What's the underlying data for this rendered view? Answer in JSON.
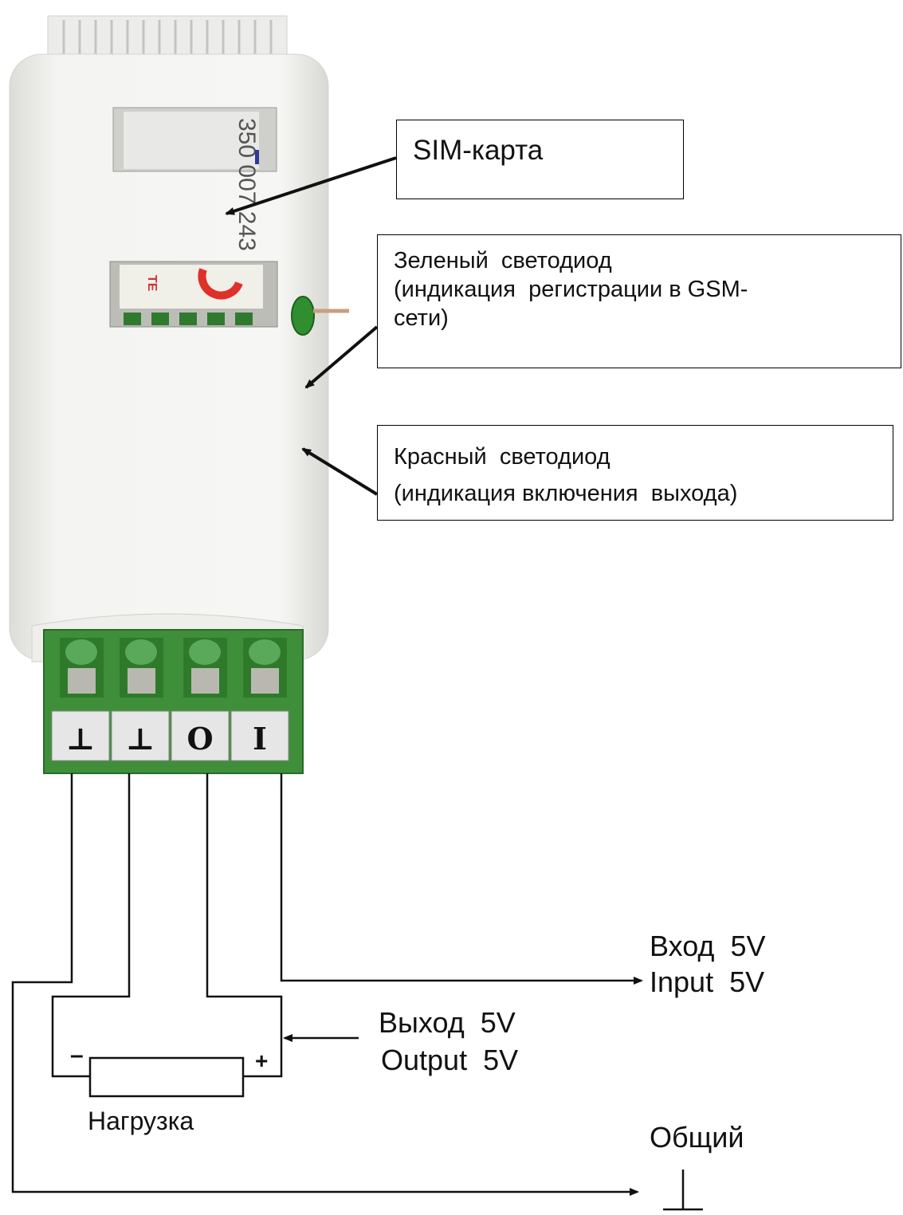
{
  "callouts": {
    "sim": "SIM-карта",
    "green_led": [
      "Зеленый  светодиод",
      "(индикация  регистрации в GSM-",
      "сети)"
    ],
    "red_led": [
      "Красный  светодиод",
      "(индикация включения  выхода)"
    ]
  },
  "terminals": [
    "⊥",
    "⊥",
    "O",
    "I"
  ],
  "sim_card_print": "350 007 243",
  "sim_holder_print": "TE",
  "wiring": {
    "input": [
      "Вход  5V",
      "Input  5V"
    ],
    "output": [
      "Выход  5V",
      "Output  5V"
    ],
    "load": "Нагрузка",
    "load_minus": "–",
    "load_plus": "+",
    "ground": "Общий"
  },
  "colors": {
    "device_body": "#f2f2f0",
    "pcb_green": "#3f8f3a",
    "terminal_label_bg": "#e6e6e6",
    "line": "#111111"
  },
  "icons": [
    "arrow-icon",
    "ground-symbol-icon",
    "resistor-icon",
    "led-icon"
  ]
}
